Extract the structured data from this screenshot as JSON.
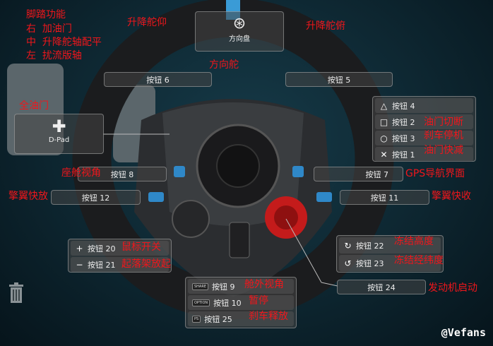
{
  "steering": {
    "label": "方向盘",
    "icon": "steering-wheel-icon"
  },
  "dpad": {
    "label": "D-Pad",
    "icon": "dpad-icon"
  },
  "buttons": {
    "b6": "按钮 6",
    "b5": "按钮 5",
    "b8": "按钮 8",
    "b7": "按钮 7",
    "b12": "按钮 12",
    "b11": "按钮 11",
    "face": [
      {
        "icon": "△",
        "label": "按钮 4"
      },
      {
        "icon": "□",
        "label": "按钮 2"
      },
      {
        "icon": "○",
        "label": "按钮 3"
      },
      {
        "icon": "✕",
        "label": "按钮 1"
      }
    ],
    "plusminus": [
      {
        "icon": "+",
        "label": "按钮 20"
      },
      {
        "icon": "−",
        "label": "按钮 21"
      }
    ],
    "rotary": [
      {
        "icon": "↻",
        "label": "按钮 22"
      },
      {
        "icon": "↺",
        "label": "按钮 23"
      }
    ],
    "center": [
      {
        "icon": "SHARE",
        "label": "按钮 9"
      },
      {
        "icon": "OPTION",
        "label": "按钮 10"
      },
      {
        "icon": "PS",
        "label": "按钮 25"
      }
    ],
    "b24": "按钮 24"
  },
  "annotations": {
    "pedal_title": "脚踏功能",
    "pedal_right": "右  加油门",
    "pedal_mid": "中  升降舵轴配平",
    "pedal_left": "左  扰流版轴",
    "elev_up": "升降舵仰",
    "elev_down": "升降舵俯",
    "rudder": "方向舵",
    "full_throttle": "全油门",
    "cockpit_view": "座舱视角",
    "flap_down": "擎翼快放",
    "throttle_cut": "油门切断",
    "brake_park": "刹车停机",
    "throttle_dec": "油门快减",
    "gps": "GPS导航界面",
    "flap_up": "擎翼快收",
    "mouse": "鼠标开关",
    "gear": "起落架放起",
    "freeze_alt": "冻结高度",
    "freeze_pos": "冻结经纬度",
    "outside_view": "舱外视角",
    "pause": "暂停",
    "brake_release": "刹车释放",
    "engine_start": "发动机启动"
  },
  "watermark": "@Vefans"
}
